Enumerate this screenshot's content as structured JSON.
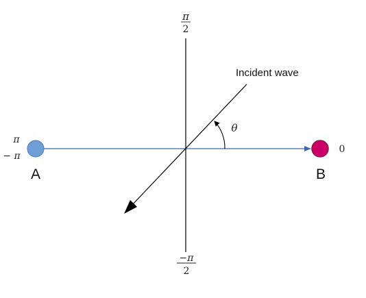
{
  "labels": {
    "top_numerator": "π",
    "top_denominator": "2",
    "bottom_numerator": "−π",
    "bottom_denominator": "2",
    "left_upper": "π",
    "left_lower": "− π",
    "right_zero": "0",
    "theta": "θ",
    "incident_wave": "Incident wave",
    "point_a": "A",
    "point_b": "B"
  },
  "colors": {
    "axis": "#000000",
    "ab_line": "#3a6aa8",
    "point_a": "#6f9fd6",
    "point_a_stroke": "#4a79b5",
    "point_b": "#cc0066",
    "point_b_stroke": "#8a1848",
    "wave_line": "#000000"
  }
}
